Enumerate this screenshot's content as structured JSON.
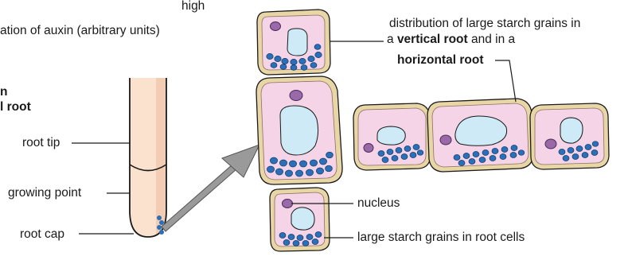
{
  "labels": {
    "high": "high",
    "auxin": "ation of auxin (arbitrary units)",
    "partial_heading_1": "n",
    "partial_heading_2": "l root",
    "root_tip": "root tip",
    "growing_point": "growing point",
    "root_cap": "root cap",
    "distribution_line1": "distribution of large starch grains in",
    "distribution_prefix": "a ",
    "vertical_root": "vertical root",
    "distribution_mid": " and in a",
    "horizontal_root": "horizontal root",
    "nucleus": "nucleus",
    "starch_grains": "large starch grains in root cells"
  },
  "colors": {
    "cell_fill": "#f4d4e6",
    "cell_wall": "#e8d6a6",
    "vacuole": "#cdeaf6",
    "nucleus": "#9a6aa8",
    "starch": "#2b6fb8",
    "root_fill": "#fbe2cf",
    "arrow": "#9a9a9a",
    "line": "#1a1a1a"
  },
  "icons": {
    "pointer": "grey-arrow-icon"
  }
}
